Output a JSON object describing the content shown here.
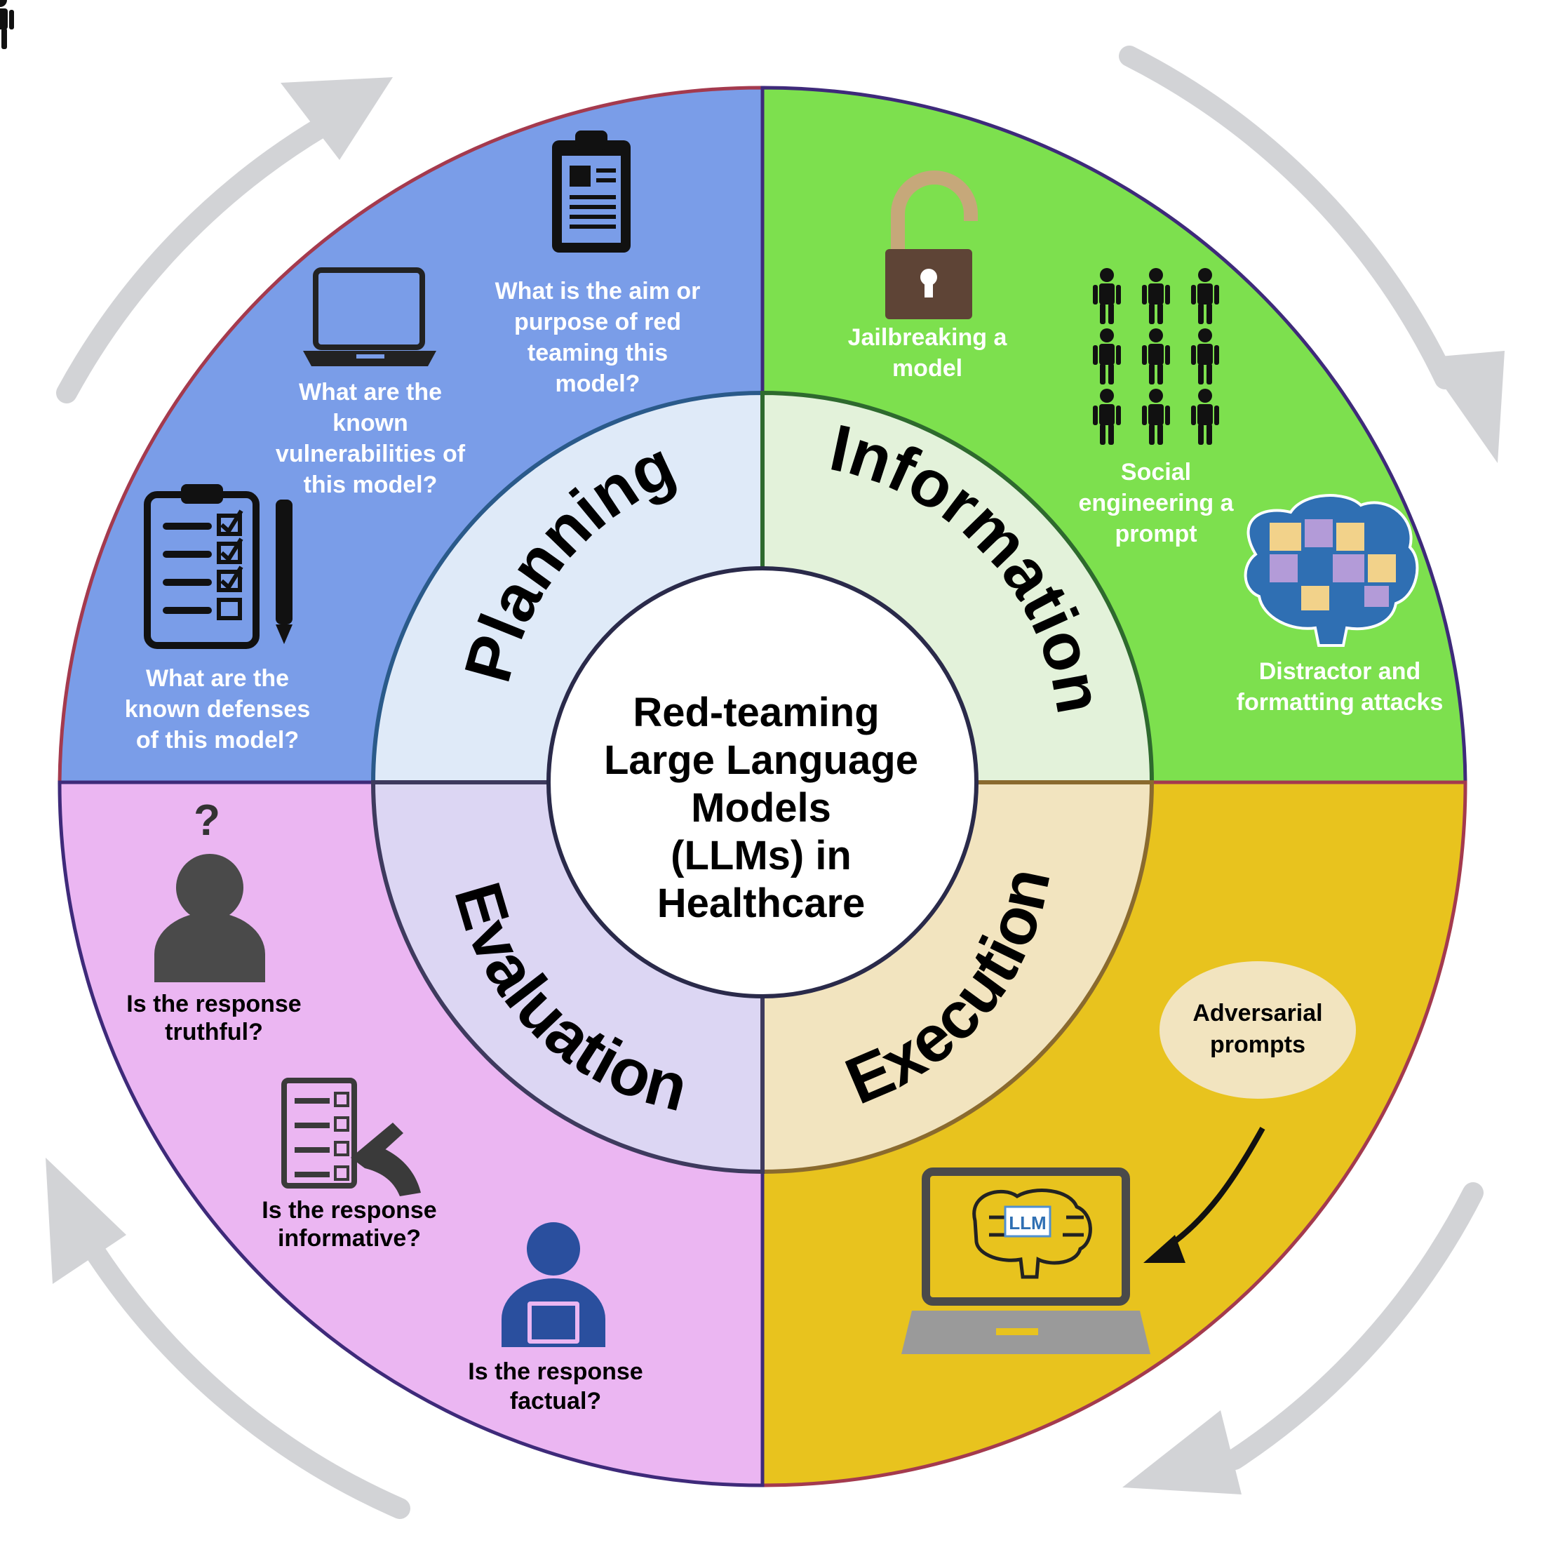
{
  "center": {
    "lines": [
      "Red-teaming",
      "Large Language",
      "Models",
      "(LLMs) in",
      "Healthcare"
    ]
  },
  "phases": {
    "planning": "Planning",
    "information": "Information",
    "execution": "Execution",
    "evaluation": "Evaluation"
  },
  "planning_items": {
    "aim": [
      "What is the aim or",
      "purpose of red",
      "teaming this",
      "model?"
    ],
    "vulnerabilities": [
      "What are  the",
      "known",
      "vulnerabilities of",
      "this model?"
    ],
    "defenses": [
      "What are the",
      "known defenses",
      "of this model?"
    ]
  },
  "information_items": {
    "jailbreak": [
      "Jailbreaking a",
      "model"
    ],
    "social": [
      "Social",
      "engineering a",
      "prompt"
    ],
    "distractor": [
      "Distractor and",
      "formatting attacks"
    ]
  },
  "execution_items": {
    "adversarial": [
      "Adversarial",
      "prompts"
    ],
    "llm_badge": "LLM"
  },
  "evaluation_items": {
    "truthful": [
      "Is the response",
      "truthful?"
    ],
    "informative": [
      "Is the response",
      "informative?"
    ],
    "factual": [
      "Is the response",
      "factual?"
    ]
  },
  "colors": {
    "planning": "#7a9de8",
    "information": "#7de04e",
    "execution": "#e8c31e",
    "evaluation": "#ebb6f2",
    "planning_inner": "#dfeaf8",
    "information_inner": "#e3f2da",
    "execution_inner": "#f2e4bf",
    "evaluation_inner": "#dcd6f3",
    "cycle_arrow": "#d2d3d6"
  }
}
